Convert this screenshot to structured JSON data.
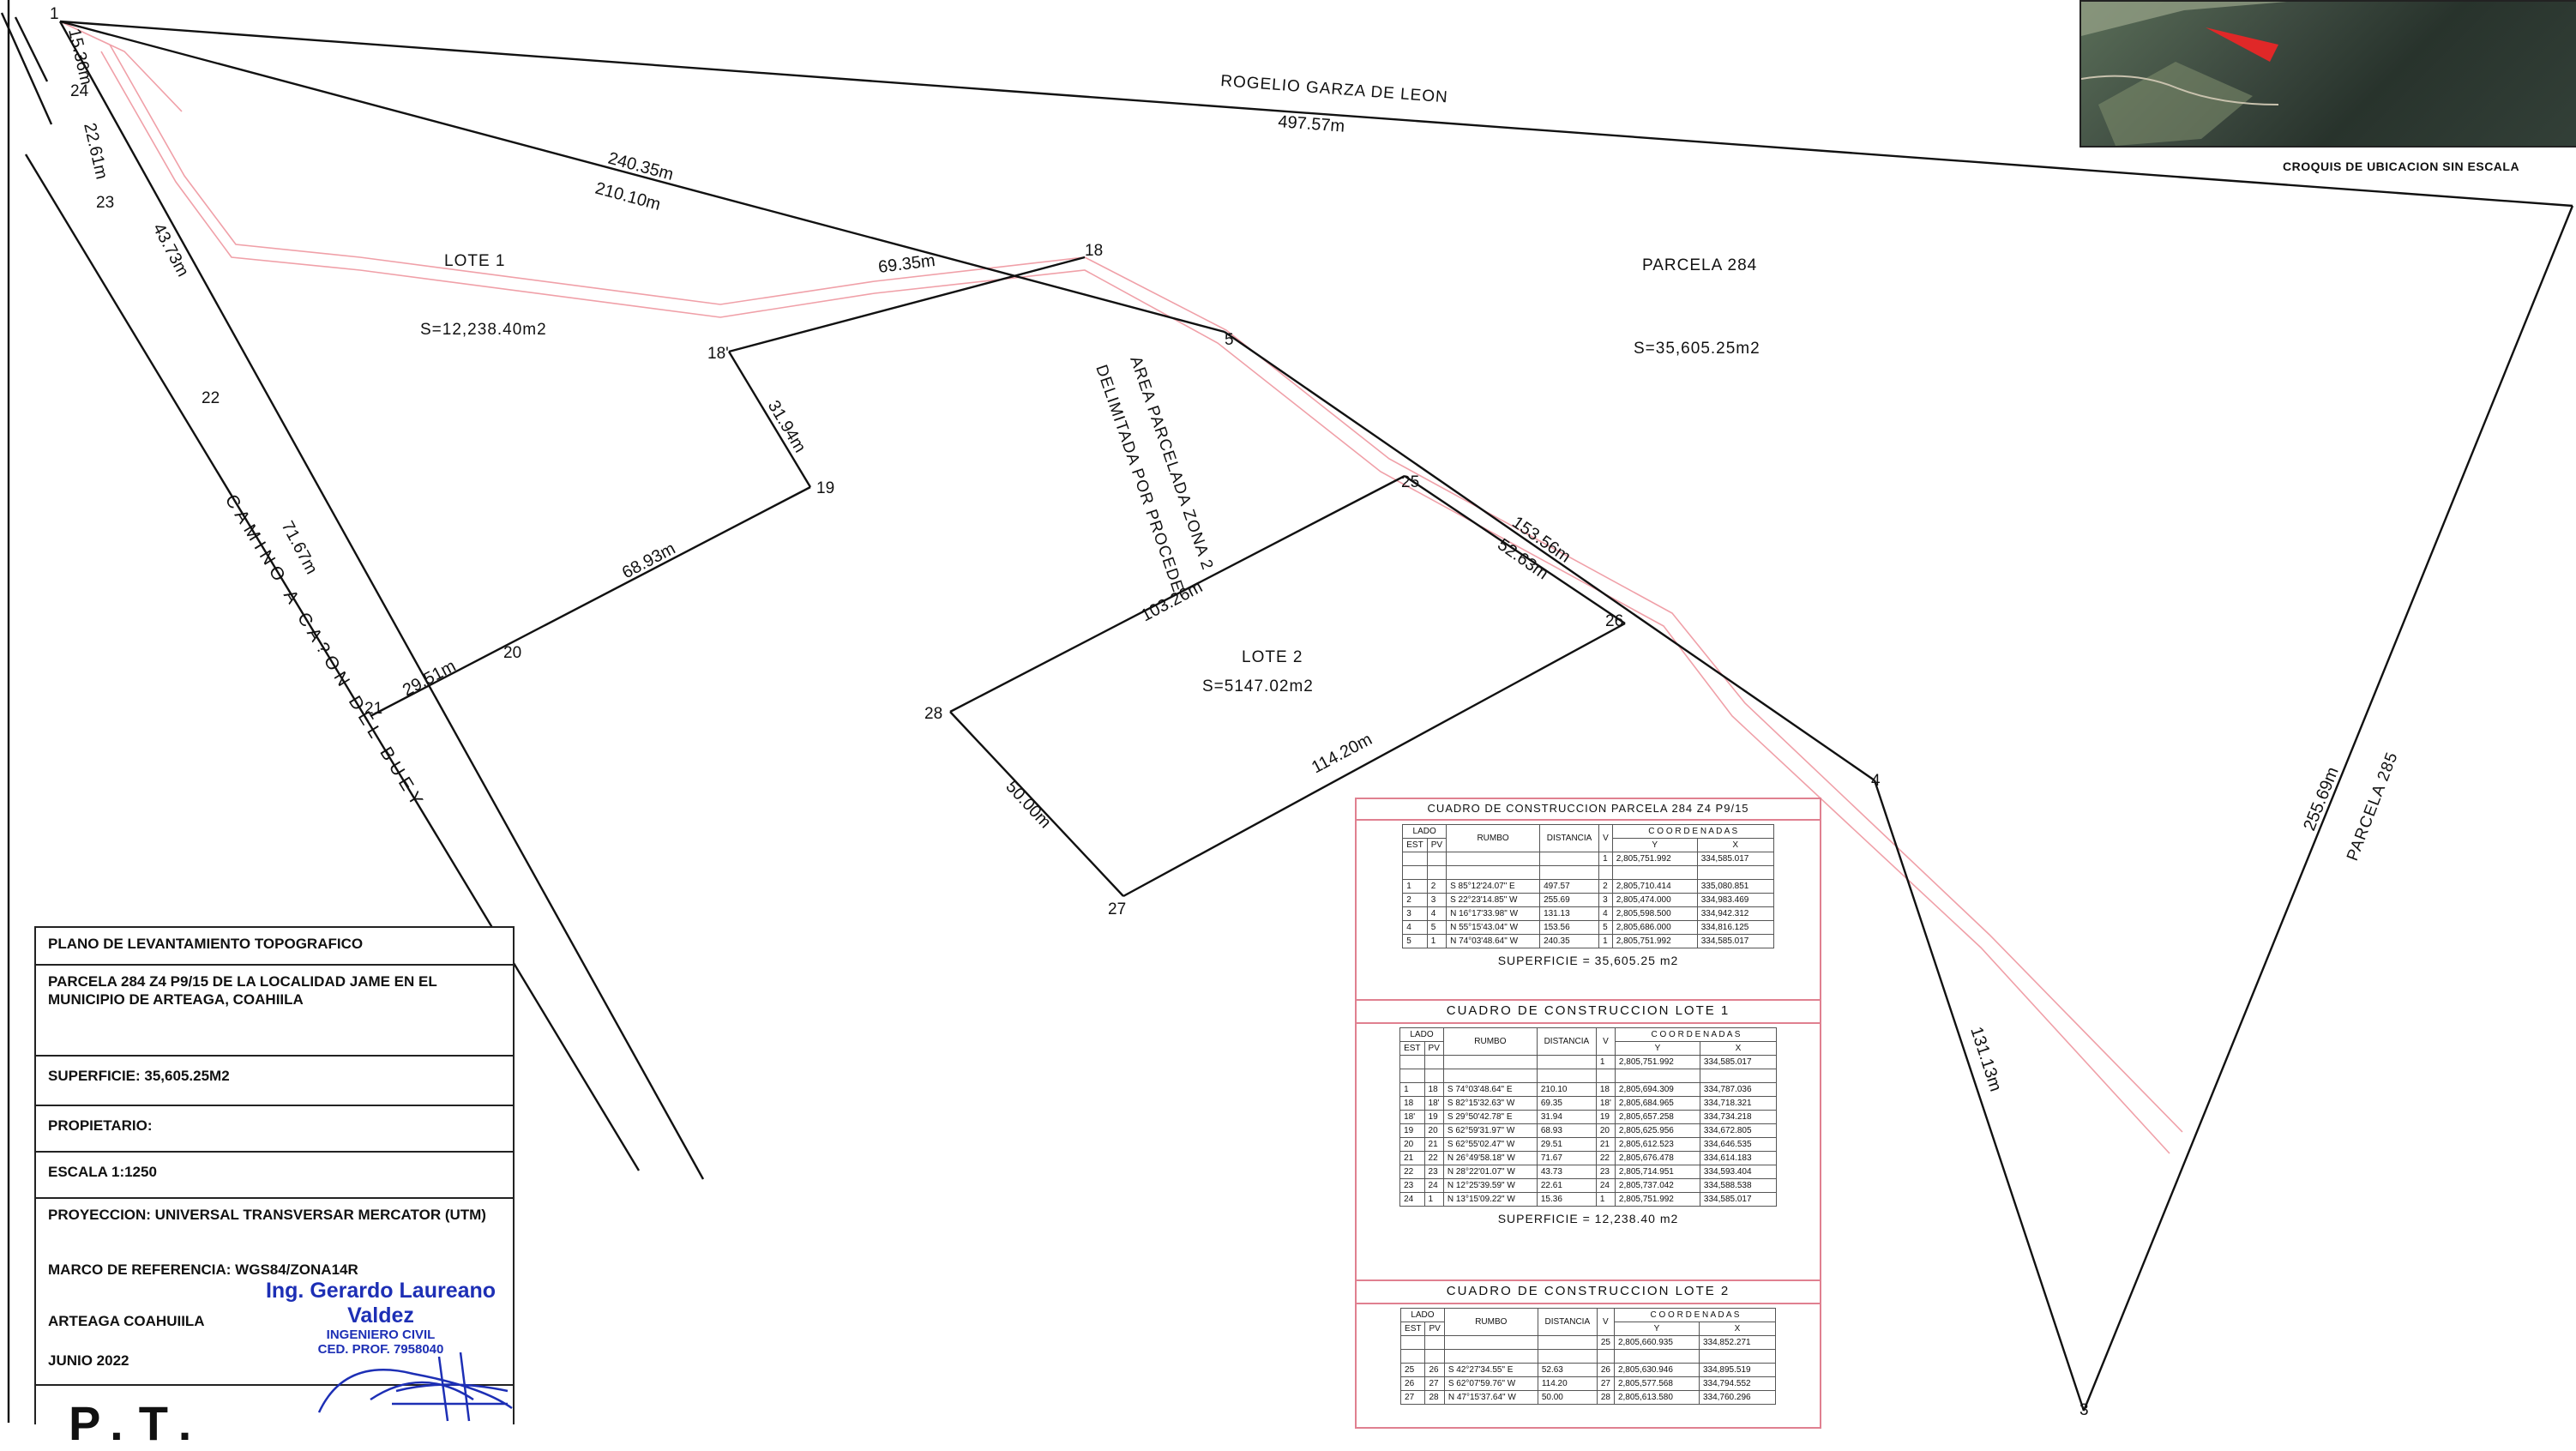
{
  "plan": {
    "neighbors": {
      "north": "ROGELIO GARZA DE LEON",
      "east": "PARCELA 285",
      "road": "CAMINO A CA?ON DEL BUEY",
      "area_note_1": "AREA PARCELADA ZONA 2",
      "area_note_2": "DELIMITADA POR PROCEDE"
    },
    "parcel": {
      "name": "PARCELA 284",
      "area": "S=35,605.25m2"
    },
    "lot1": {
      "name": "LOTE 1",
      "area": "S=12,238.40m2"
    },
    "lot2": {
      "name": "LOTE 2",
      "area": "S=5147.02m2"
    },
    "vertices": {
      "v1": "1",
      "v3": "3",
      "v4": "4",
      "v5": "5",
      "v18": "18",
      "v18p": "18'",
      "v19": "19",
      "v20": "20",
      "v21": "21",
      "v22": "22",
      "v23": "23",
      "v24": "24",
      "v25": "25",
      "v26": "26",
      "v27": "27",
      "v28": "28"
    },
    "dims": {
      "d497": "497.57m",
      "d24035": "240.35m",
      "d21010": "210.10m",
      "d6935": "69.35m",
      "d3194": "31.94m",
      "d6893": "68.93m",
      "d2951": "29.51m",
      "d7167": "71.67m",
      "d4373": "43.73m",
      "d2261": "22.61m",
      "d1536": "15.36m",
      "d15356": "153.56m",
      "d5263": "52.63m",
      "d10326": "103.26m",
      "d11420": "114.20m",
      "d5000": "50.00m",
      "d13113": "131.13m",
      "d25569": "255.69m"
    }
  },
  "title_block": {
    "heading": "PLANO DE LEVANTAMIENTO TOPOGRAFICO",
    "description": "PARCELA 284 Z4 P9/15 DE LA LOCALIDAD JAME EN EL MUNICIPIO DE ARTEAGA, COAHIILA",
    "surface": "SUPERFICIE: 35,605.25M2",
    "owner": "PROPIETARIO:",
    "scale": "ESCALA 1:1250",
    "projection": "PROYECCION: UNIVERSAL TRANSVERSAR MERCATOR (UTM)",
    "reference": "MARCO DE REFERENCIA: WGS84/ZONA14R",
    "place": "ARTEAGA COAHUIILA",
    "date": "JUNIO 2022",
    "engineer": "Ing. Gerardo Laureano Valdez",
    "engineer_title": "INGENIERO CIVIL",
    "license": "CED. PROF. 7958040",
    "initials": "P.T."
  },
  "croquis_caption": "CROQUIS DE UBICACION SIN ESCALA",
  "tables": [
    {
      "title": "CUADRO DE CONSTRUCCION PARCELA 284 Z4 P9/15",
      "headers": {
        "lado": "LADO",
        "est": "EST",
        "pv": "PV",
        "rumbo": "RUMBO",
        "distancia": "DISTANCIA",
        "v": "V",
        "coord": "C O O R D E N A D A S",
        "y": "Y",
        "x": "X"
      },
      "start": {
        "v": "1",
        "y": "2,805,751.992",
        "x": "334,585.017"
      },
      "rows": [
        {
          "est": "1",
          "pv": "2",
          "rumbo": "S 85°12'24.07\" E",
          "dist": "497.57",
          "v": "2",
          "y": "2,805,710.414",
          "x": "335,080.851"
        },
        {
          "est": "2",
          "pv": "3",
          "rumbo": "S 22°23'14.85\" W",
          "dist": "255.69",
          "v": "3",
          "y": "2,805,474.000",
          "x": "334,983.469"
        },
        {
          "est": "3",
          "pv": "4",
          "rumbo": "N 16°17'33.98\" W",
          "dist": "131.13",
          "v": "4",
          "y": "2,805,598.500",
          "x": "334,942.312"
        },
        {
          "est": "4",
          "pv": "5",
          "rumbo": "N 55°15'43.04\" W",
          "dist": "153.56",
          "v": "5",
          "y": "2,805,686.000",
          "x": "334,816.125"
        },
        {
          "est": "5",
          "pv": "1",
          "rumbo": "N 74°03'48.64\" W",
          "dist": "240.35",
          "v": "1",
          "y": "2,805,751.992",
          "x": "334,585.017"
        }
      ],
      "surface": "SUPERFICIE = 35,605.25 m2"
    },
    {
      "title": "CUADRO DE CONSTRUCCION LOTE 1",
      "headers": {
        "lado": "LADO",
        "est": "EST",
        "pv": "PV",
        "rumbo": "RUMBO",
        "distancia": "DISTANCIA",
        "v": "V",
        "coord": "C O O R D E N A D A S",
        "y": "Y",
        "x": "X"
      },
      "start": {
        "v": "1",
        "y": "2,805,751.992",
        "x": "334,585.017"
      },
      "rows": [
        {
          "est": "1",
          "pv": "18",
          "rumbo": "S 74°03'48.64\" E",
          "dist": "210.10",
          "v": "18",
          "y": "2,805,694.309",
          "x": "334,787.036"
        },
        {
          "est": "18",
          "pv": "18'",
          "rumbo": "S 82°15'32.63\" W",
          "dist": "69.35",
          "v": "18'",
          "y": "2,805,684.965",
          "x": "334,718.321"
        },
        {
          "est": "18'",
          "pv": "19",
          "rumbo": "S 29°50'42.78\" E",
          "dist": "31.94",
          "v": "19",
          "y": "2,805,657.258",
          "x": "334,734.218"
        },
        {
          "est": "19",
          "pv": "20",
          "rumbo": "S 62°59'31.97\" W",
          "dist": "68.93",
          "v": "20",
          "y": "2,805,625.956",
          "x": "334,672.805"
        },
        {
          "est": "20",
          "pv": "21",
          "rumbo": "S 62°55'02.47\" W",
          "dist": "29.51",
          "v": "21",
          "y": "2,805,612.523",
          "x": "334,646.535"
        },
        {
          "est": "21",
          "pv": "22",
          "rumbo": "N 26°49'58.18\" W",
          "dist": "71.67",
          "v": "22",
          "y": "2,805,676.478",
          "x": "334,614.183"
        },
        {
          "est": "22",
          "pv": "23",
          "rumbo": "N 28°22'01.07\" W",
          "dist": "43.73",
          "v": "23",
          "y": "2,805,714.951",
          "x": "334,593.404"
        },
        {
          "est": "23",
          "pv": "24",
          "rumbo": "N 12°25'39.59\" W",
          "dist": "22.61",
          "v": "24",
          "y": "2,805,737.042",
          "x": "334,588.538"
        },
        {
          "est": "24",
          "pv": "1",
          "rumbo": "N 13°15'09.22\" W",
          "dist": "15.36",
          "v": "1",
          "y": "2,805,751.992",
          "x": "334,585.017"
        }
      ],
      "surface": "SUPERFICIE = 12,238.40 m2"
    },
    {
      "title": "CUADRO DE CONSTRUCCION LOTE 2",
      "headers": {
        "lado": "LADO",
        "est": "EST",
        "pv": "PV",
        "rumbo": "RUMBO",
        "distancia": "DISTANCIA",
        "v": "V",
        "coord": "C O O R D E N A D A S",
        "y": "Y",
        "x": "X"
      },
      "start": {
        "v": "25",
        "y": "2,805,660.935",
        "x": "334,852.271"
      },
      "rows": [
        {
          "est": "25",
          "pv": "26",
          "rumbo": "S 42°27'34.55\" E",
          "dist": "52.63",
          "v": "26",
          "y": "2,805,630.946",
          "x": "334,895.519"
        },
        {
          "est": "26",
          "pv": "27",
          "rumbo": "S 62°07'59.76\" W",
          "dist": "114.20",
          "v": "27",
          "y": "2,805,577.568",
          "x": "334,794.552"
        },
        {
          "est": "27",
          "pv": "28",
          "rumbo": "N 47°15'37.64\" W",
          "dist": "50.00",
          "v": "28",
          "y": "2,805,613.580",
          "x": "334,760.296"
        }
      ],
      "surface": ""
    }
  ]
}
